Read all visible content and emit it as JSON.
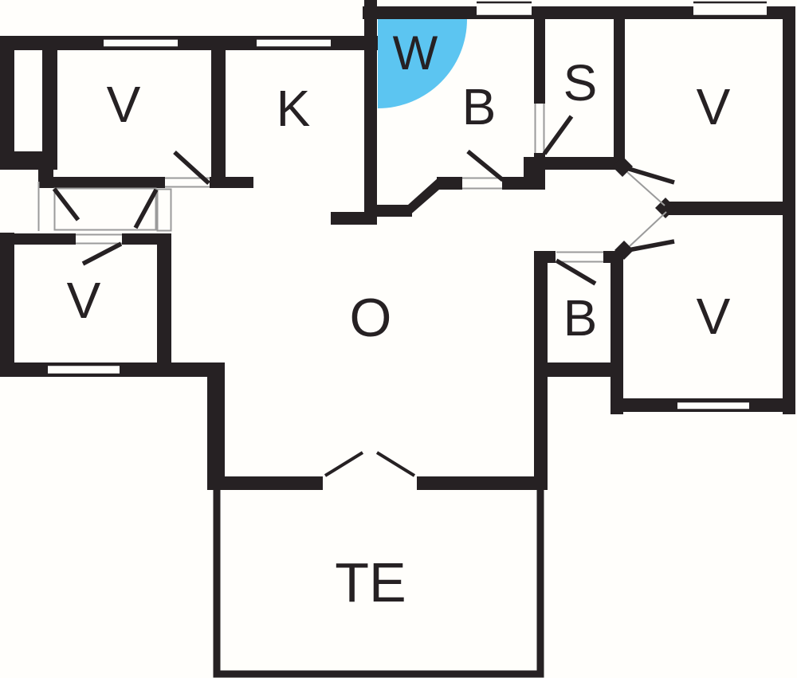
{
  "colors": {
    "wall": "#262123",
    "background": "#fffefb",
    "shower": "#5cc5f1",
    "label": "#262123",
    "frame_line": "#9b9b9b"
  },
  "rooms": [
    {
      "id": "bedroom-nw",
      "label": "V"
    },
    {
      "id": "kitchen",
      "label": "K"
    },
    {
      "id": "shower",
      "label": "W"
    },
    {
      "id": "bathroom",
      "label": "B"
    },
    {
      "id": "storage",
      "label": "S"
    },
    {
      "id": "bedroom-ne",
      "label": "V"
    },
    {
      "id": "bedroom-w",
      "label": "V"
    },
    {
      "id": "living-room",
      "label": "O"
    },
    {
      "id": "toilet",
      "label": "B"
    },
    {
      "id": "bedroom-se",
      "label": "V"
    },
    {
      "id": "terrace",
      "label": "TE"
    }
  ]
}
